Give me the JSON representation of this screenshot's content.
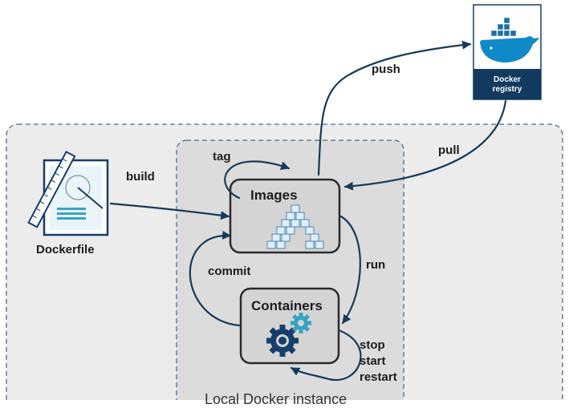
{
  "diagram": {
    "outer_region_label": "Local Docker instance",
    "nodes": {
      "dockerfile": "Dockerfile",
      "images": "Images",
      "containers": "Containers",
      "registry_line1": "Docker",
      "registry_line2": "registry"
    },
    "edges": {
      "build": "build",
      "tag": "tag",
      "push": "push",
      "pull": "pull",
      "run": "run",
      "commit": "commit",
      "stop": "stop",
      "start": "start",
      "restart": "restart"
    }
  },
  "colors": {
    "arrow": "#163a59",
    "box_fill": "#d4d4d4",
    "box_border": "#2b2b2b",
    "region_fill": "#ececec",
    "region_border": "#4a6c8a",
    "registry_fill": "#123a5e",
    "cube_fill": "#dff0fb",
    "cube_stroke": "#4a86b8",
    "gear_dark": "#173e6a",
    "gear_light": "#37a3c2"
  },
  "icons": [
    "dockerfile-document-icon",
    "ruler-icon",
    "images-cubes-icon",
    "gears-icon",
    "docker-whale-logo"
  ]
}
